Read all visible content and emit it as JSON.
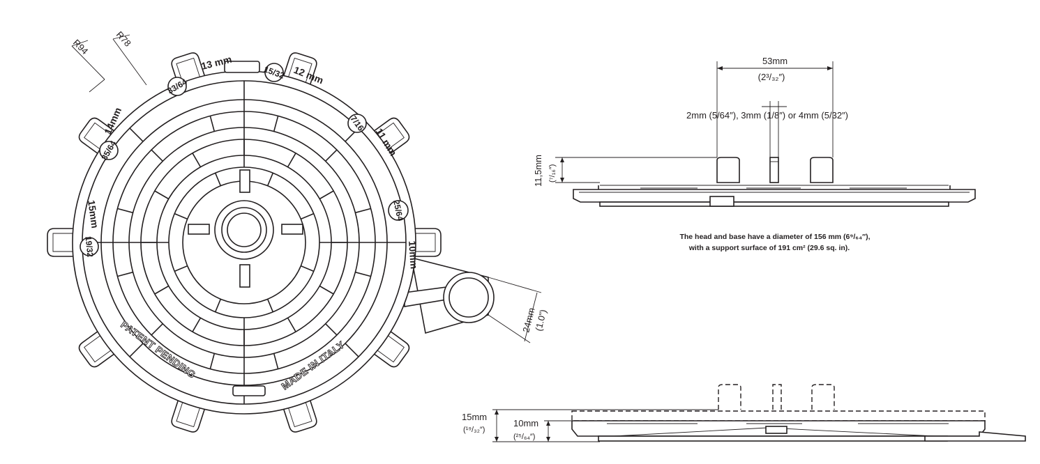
{
  "plan_view": {
    "radius_outer": "R94",
    "radius_inner": "R78",
    "arm_width": "24mm",
    "arm_width_inch": "(1.0\")",
    "wrench_labels": [
      "13 mm",
      "12 mm",
      "11 mm",
      "10mm",
      "15mm",
      "14mm"
    ],
    "fraction_labels": [
      "15/32",
      "7/16",
      "25/64",
      "19/32",
      "35/64",
      "33/64"
    ],
    "embossed_left": "PATENT PENDING",
    "embossed_right": "MADE IN ITALY"
  },
  "side_view": {
    "head_spacing": "53mm",
    "head_spacing_inch": "(2³/₃₂″)",
    "fin_options": "2mm (5/64″), 3mm (1/8″) or 4mm (5/32″)",
    "height": "11,5mm",
    "height_inch": "(⁷/₁₆″)",
    "note_line1": "The head and base have a diameter of 156 mm (6⁹/₆₄″),",
    "note_line2": "with a support surface of 191 cm² (29.6 sq. in)."
  },
  "bottom_view": {
    "height_total": "15mm",
    "height_total_inch": "(¹⁹/₃₂″)",
    "height_base": "10mm",
    "height_base_inch": "(²⁵/₆₄″)"
  }
}
